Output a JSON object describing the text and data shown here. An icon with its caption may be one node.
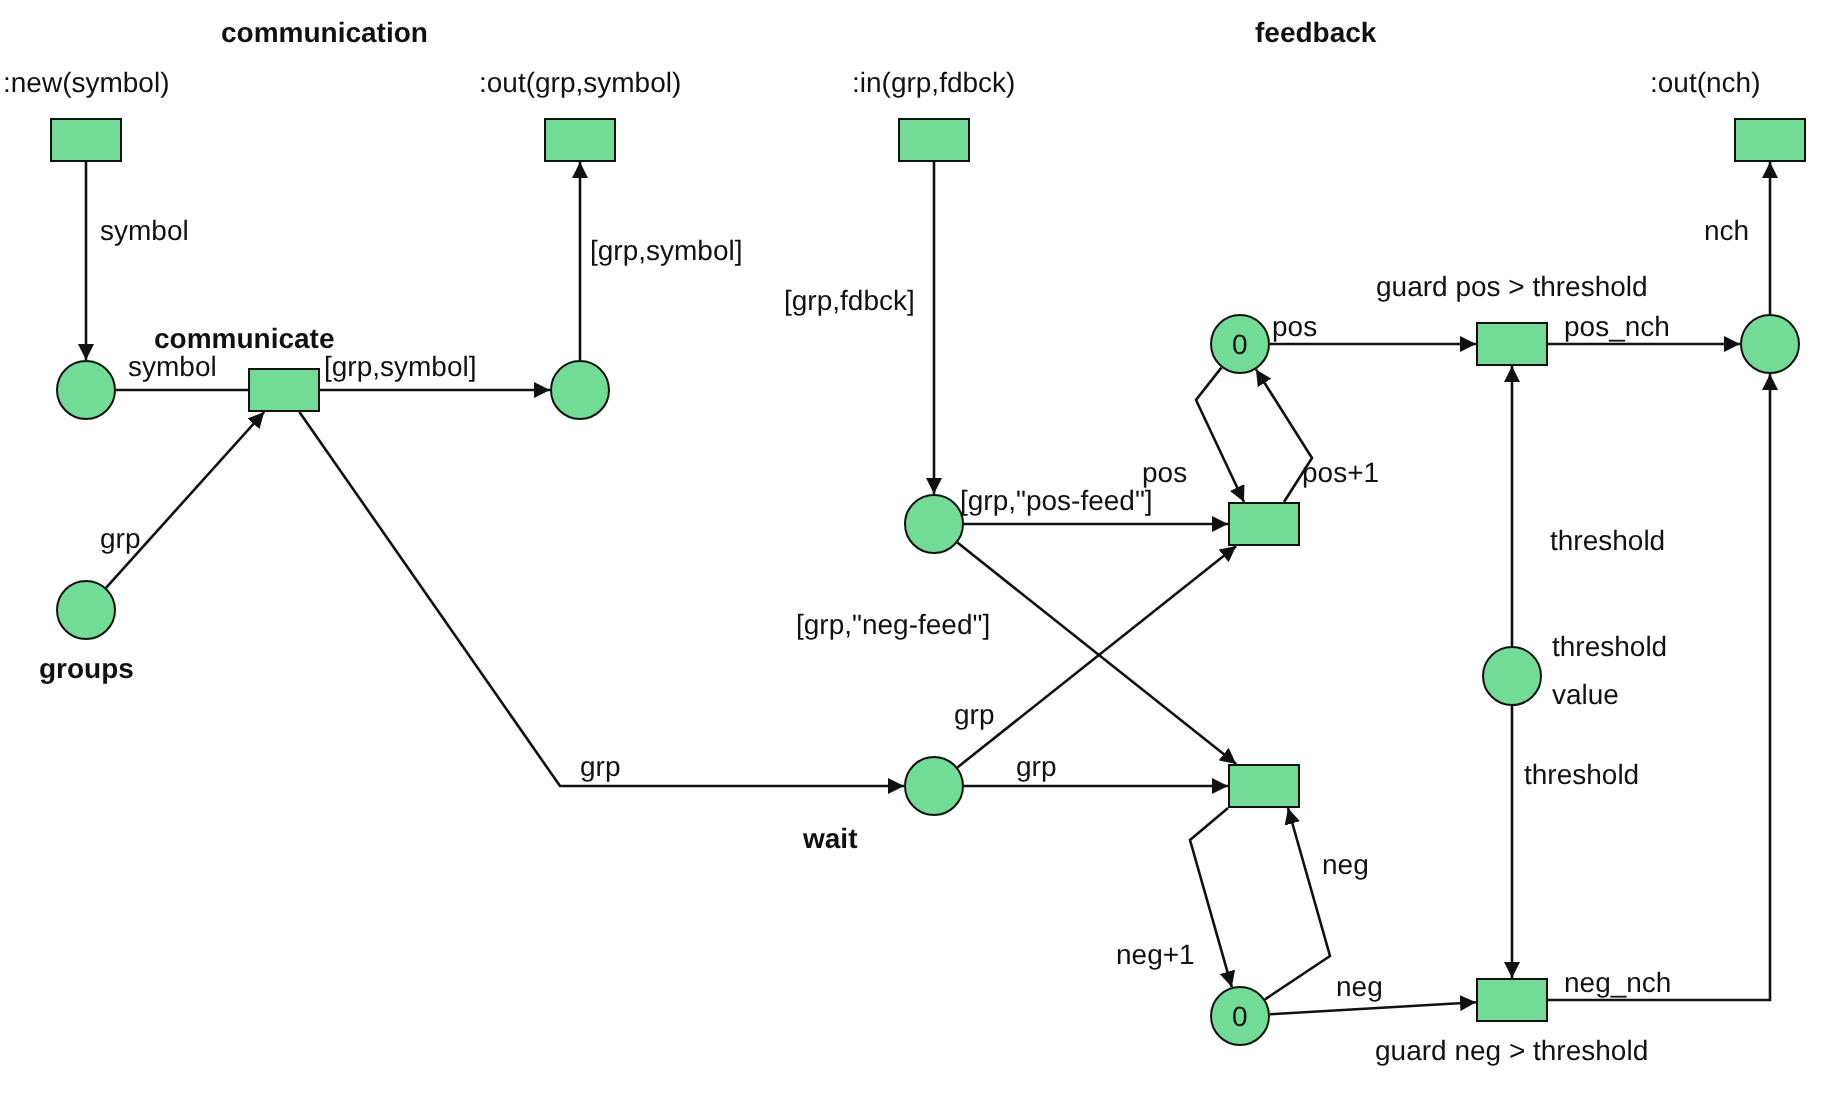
{
  "diagram": {
    "nodes": [
      {
        "text": [
          ":new(symbol)"
        ]
      },
      {
        "text": [
          ":out(grp,symbol)"
        ]
      },
      {
        "text": [
          ":in(grp,fdbck)"
        ]
      },
      {
        "text": [
          ":out(nch)"
        ]
      },
      {
        "text": [],
        "shape": "circle"
      },
      {
        "text": [
          "communicate"
        ]
      },
      {
        "text": [],
        "shape": "circle"
      },
      {
        "text": [
          "groups"
        ]
      },
      {
        "text": [
          "0"
        ]
      },
      {
        "text": [
          "guard pos > threshold"
        ]
      },
      {
        "text": [],
        "shape": "circle"
      },
      {
        "text": [],
        "shape": "circle"
      },
      {
        "text": [],
        "shape": "box"
      },
      {
        "text": [
          "threshold value"
        ]
      },
      {
        "text": [
          "wait"
        ]
      },
      {
        "text": [],
        "shape": "box"
      },
      {
        "text": [
          "0"
        ]
      },
      {
        "text": [
          "guard neg > threshold"
        ]
      }
    ],
    "edges": [
      {
        "from": 0,
        "to": 4,
        "arrow": "to",
        "label": "symbol"
      },
      {
        "from": 4,
        "to": 5,
        "arrow": "none",
        "label": "symbol"
      },
      {
        "from": 5,
        "to": 6,
        "arrow": "to",
        "label": "[grp,symbol]"
      },
      {
        "from": 6,
        "to": 1,
        "arrow": "to",
        "label": "[grp,symbol]"
      },
      {
        "from": 7,
        "to": 5,
        "arrow": "to",
        "label": "grp"
      },
      {
        "from": 5,
        "to": 14,
        "arrow": "to",
        "label": "grp"
      },
      {
        "from": 2,
        "to": 11,
        "arrow": "to",
        "label": "[grp,fdbck]"
      },
      {
        "from": 11,
        "to": 12,
        "arrow": "to",
        "label": "[grp,\"pos-feed\"]"
      },
      {
        "from": 11,
        "to": 15,
        "arrow": "to",
        "label": "[grp,\"neg-feed\"]"
      },
      {
        "from": 14,
        "to": 12,
        "arrow": "to",
        "label": "grp"
      },
      {
        "from": 14,
        "to": 15,
        "arrow": "to",
        "label": "grp"
      },
      {
        "from": 8,
        "to": 12,
        "arrow": "to",
        "label": "pos"
      },
      {
        "from": 12,
        "to": 8,
        "arrow": "to",
        "label": "pos+1"
      },
      {
        "from": 8,
        "to": 9,
        "arrow": "to",
        "label": "pos"
      },
      {
        "from": 9,
        "to": 10,
        "arrow": "to",
        "label": "pos_nch"
      },
      {
        "from": 10,
        "to": 3,
        "arrow": "to",
        "label": "nch"
      },
      {
        "from": 13,
        "to": 9,
        "arrow": "to",
        "label": "threshold"
      },
      {
        "from": 13,
        "to": 17,
        "arrow": "to",
        "label": "threshold"
      },
      {
        "from": 15,
        "to": 16,
        "arrow": "to",
        "label": "neg+1"
      },
      {
        "from": 16,
        "to": 15,
        "arrow": "to",
        "label": "neg"
      },
      {
        "from": 16,
        "to": 17,
        "arrow": "to",
        "label": "neg"
      },
      {
        "from": 17,
        "to": 10,
        "arrow": "to",
        "label": "neg_nch"
      }
    ],
    "labels": [
      "communication",
      "feedback"
    ]
  }
}
